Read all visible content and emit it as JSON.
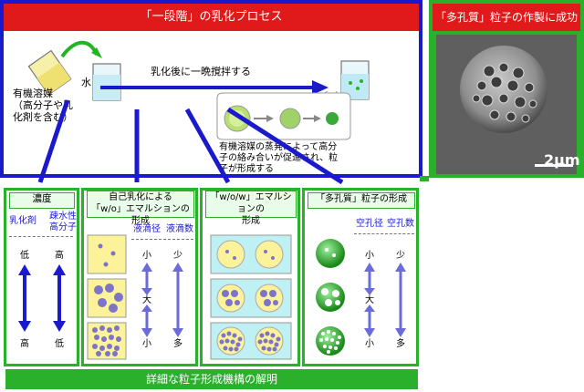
{
  "process": {
    "title": "「一段階」の乳化プロセス",
    "solvent_label": "有機溶媒\n（高分子や乳\n化剤を含む）",
    "water_label": "水",
    "arrow_label": "乳化後に一晩撹拌する",
    "note": "有機溶媒の蒸発によって高分\n子の絡み合いが促進され、粒\n子が形成する"
  },
  "sem": {
    "title": "「多孔質」粒子の作製に成功",
    "scale_bar": "2μm"
  },
  "concentration": {
    "title": "濃度",
    "col1_header": "乳化剤",
    "col2_header": "疎水性\n高分子",
    "col1_top": "低",
    "col1_bottom": "高",
    "col2_top": "高",
    "col2_bottom": "低"
  },
  "wo": {
    "title": "自己乳化による\n「w/o」エマルションの形成",
    "col1_header": "液滴径",
    "col2_header": "液滴数",
    "col1_top": "小",
    "col1_mid": "大",
    "col1_bottom": "小",
    "col2_top": "少",
    "col2_bottom": "多"
  },
  "wow": {
    "title": "「w/o/w」エマルションの\n形成"
  },
  "porous": {
    "title": "「多孔質」粒子の形成",
    "col1_header": "空孔径",
    "col2_header": "空孔数",
    "col1_top": "小",
    "col1_mid": "大",
    "col1_bottom": "小",
    "col2_top": "少",
    "col2_bottom": "多"
  },
  "bottom": {
    "label": "詳細な粒子形成機構の解明"
  },
  "colors": {
    "blue": "#1a1acc",
    "red": "#e01a1a",
    "green": "#2bb02b"
  }
}
